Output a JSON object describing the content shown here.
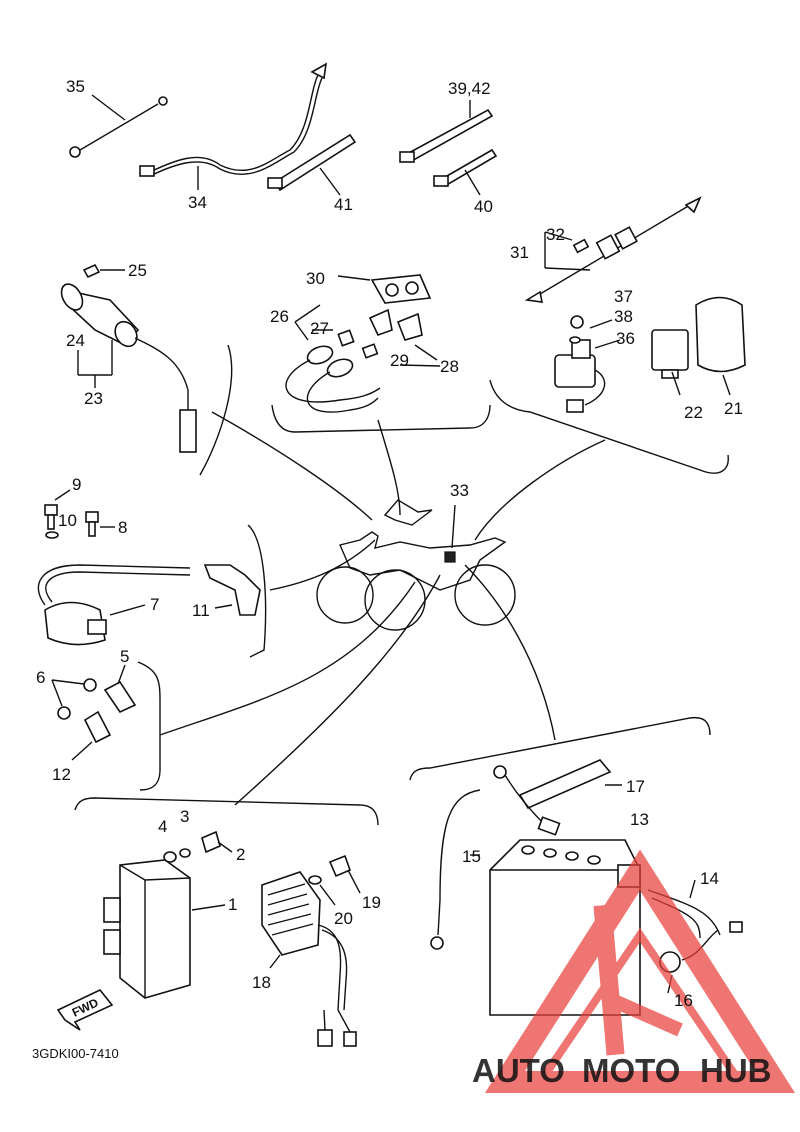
{
  "callouts": [
    {
      "id": "35"
    },
    {
      "id": "34"
    },
    {
      "id": "41"
    },
    {
      "id": "39,42"
    },
    {
      "id": "40"
    },
    {
      "id": "32"
    },
    {
      "id": "31"
    },
    {
      "id": "25"
    },
    {
      "id": "30"
    },
    {
      "id": "26"
    },
    {
      "id": "27"
    },
    {
      "id": "29"
    },
    {
      "id": "28"
    },
    {
      "id": "24"
    },
    {
      "id": "23"
    },
    {
      "id": "37"
    },
    {
      "id": "38"
    },
    {
      "id": "36"
    },
    {
      "id": "22"
    },
    {
      "id": "21"
    },
    {
      "id": "9"
    },
    {
      "id": "10"
    },
    {
      "id": "8"
    },
    {
      "id": "33"
    },
    {
      "id": "7"
    },
    {
      "id": "11"
    },
    {
      "id": "6"
    },
    {
      "id": "5"
    },
    {
      "id": "12"
    },
    {
      "id": "17"
    },
    {
      "id": "13"
    },
    {
      "id": "4"
    },
    {
      "id": "3"
    },
    {
      "id": "2"
    },
    {
      "id": "15"
    },
    {
      "id": "14"
    },
    {
      "id": "1"
    },
    {
      "id": "19"
    },
    {
      "id": "20"
    },
    {
      "id": "18"
    },
    {
      "id": "16"
    }
  ],
  "direction_marker": "FWD",
  "diagram_code": "3GDKI00-7410",
  "watermark": {
    "text_left": "AUTO",
    "text_mid": "MOTO",
    "text_right": "HUB",
    "color_primary": "#e8413c",
    "color_accent": "#f0b24a",
    "color_dark": "#555555"
  }
}
